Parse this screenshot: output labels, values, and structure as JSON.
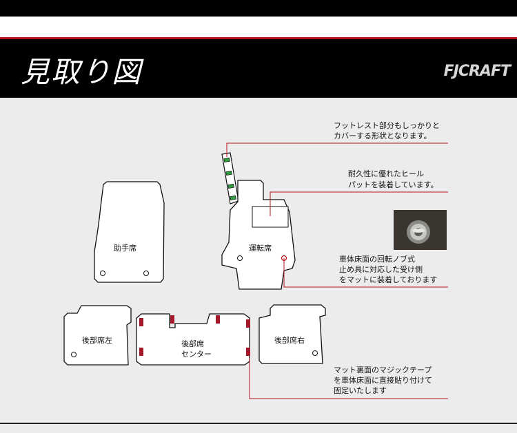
{
  "header": {
    "title": "見取り図",
    "brand": "FJCRAFT"
  },
  "mats": {
    "passenger": "助手席",
    "driver": "運転席",
    "rear_left": "後部席左",
    "rear_center_line1": "後部席",
    "rear_center_line2": "センター",
    "rear_right": "後部席右"
  },
  "annotations": {
    "footrest_line1": "フットレスト部分もしっかりと",
    "footrest_line2": "カバーする形状となります。",
    "heel_line1": "耐久性に優れたヒール",
    "heel_line2": "パットを装着しています。",
    "hook_line1": "車体床面の回転ノブ式",
    "hook_line2": "止め具に対応した受け側",
    "hook_line3": "をマットに装着しております",
    "velcro_line1": "マット裏面のマジックテープ",
    "velcro_line2": "を車体床面に直接貼り付けて",
    "velcro_line3": "固定いたします"
  },
  "colors": {
    "accent": "#b5121b",
    "footrest_pad": "#2e9e3e",
    "velcro": "#a3192a"
  }
}
